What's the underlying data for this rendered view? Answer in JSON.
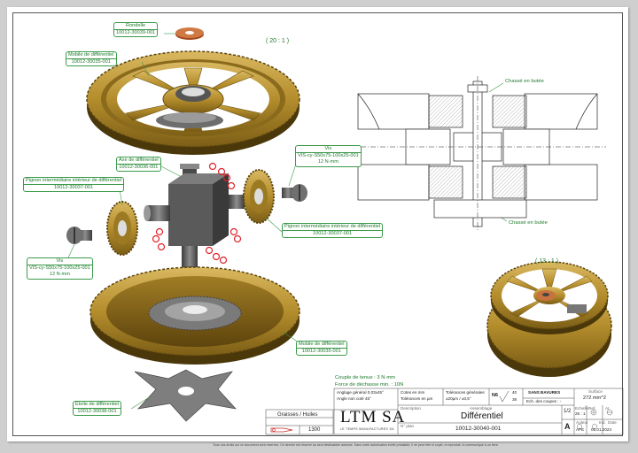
{
  "scales": {
    "main": "( 20 : 1 )",
    "detail": "( 13 : 1 )"
  },
  "callouts": {
    "rondelle": {
      "name": "Rondelle",
      "ref": "10012-30039-001"
    },
    "mobile_top": {
      "name": "Mobile de différentiel",
      "ref": "10012-30035-001"
    },
    "axe": {
      "name": "Axe de différentiel",
      "ref": "10012-30036-001"
    },
    "pignon_left": {
      "name": "Pignon intermédiaire intérieur de différentiel",
      "ref": "10012-30037-001"
    },
    "vis_right": {
      "name": "Vis",
      "ref": "VIS-cy-S50x75-100x25-001",
      "torque": "12 N·mm"
    },
    "pignon_right": {
      "name": "Pignon intermédiaire intérieur de différentiel",
      "ref": "10012-30037-001"
    },
    "vis_left": {
      "name": "Vis",
      "ref": "VIS-cy-S50x75-100x25-001",
      "torque": "12 N·mm"
    },
    "mobile_bottom": {
      "name": "Mobile de différentiel",
      "ref": "10012-30035-001"
    },
    "etoile": {
      "name": "Etoile de différentiel",
      "ref": "10012-30038-001"
    },
    "chasse_top": "Chassé en butée",
    "chasse_bottom": "Chassé en butée"
  },
  "notes": {
    "couple": "Couple de tenue : 3 N·mm",
    "force": "Force de déchasse min. : 10N"
  },
  "lubrication": {
    "title": "Graisses / Huiles",
    "code": "1300"
  },
  "titleblock": {
    "company": "LTM SA",
    "company_sub": "LE TEMPS MANUFACTURES SA",
    "angle_general": "Anglage général 0,03x45°",
    "angle_non_cote": "Angle non coté 45°",
    "cotes": "Cotes en mm",
    "tolerances_um": "Tolérances en µm",
    "tol_gen_label": "Tolérances générales",
    "tol_gen_value": "±20µm / ±0,5°",
    "n6": "N6",
    "n40": "40",
    "n38": "38",
    "sans_bavures": "SANS BAVURES",
    "ech_coupes": "Ech. des coupes : -",
    "surface_label": "Surface",
    "surface_value": "272 mm^2",
    "description_label": "Description",
    "assemblage_label": "Assemblage",
    "description": "Différentiel",
    "plan_label": "N° plan",
    "plan_number": "10012-30040-001",
    "echelle_label": "Echelle",
    "echelle_value": "25 : 1",
    "page": "1/2",
    "format": "A",
    "ind_label": "Ind.",
    "ind_value": "APE",
    "date_label": "Date",
    "date_value": "05.01.2023",
    "auteur_label": "Auteur",
    "ref_label": "Ref.",
    "au_label": "AI"
  },
  "footer": "Tous nos droits sur ce document sont réservés. Ce dernier est réservé au seul destinataire autorisé. Sans notre autorisation écrite préalable, il ne peut être ni copié, ni reproduit, ni communiqué à un tiers."
}
